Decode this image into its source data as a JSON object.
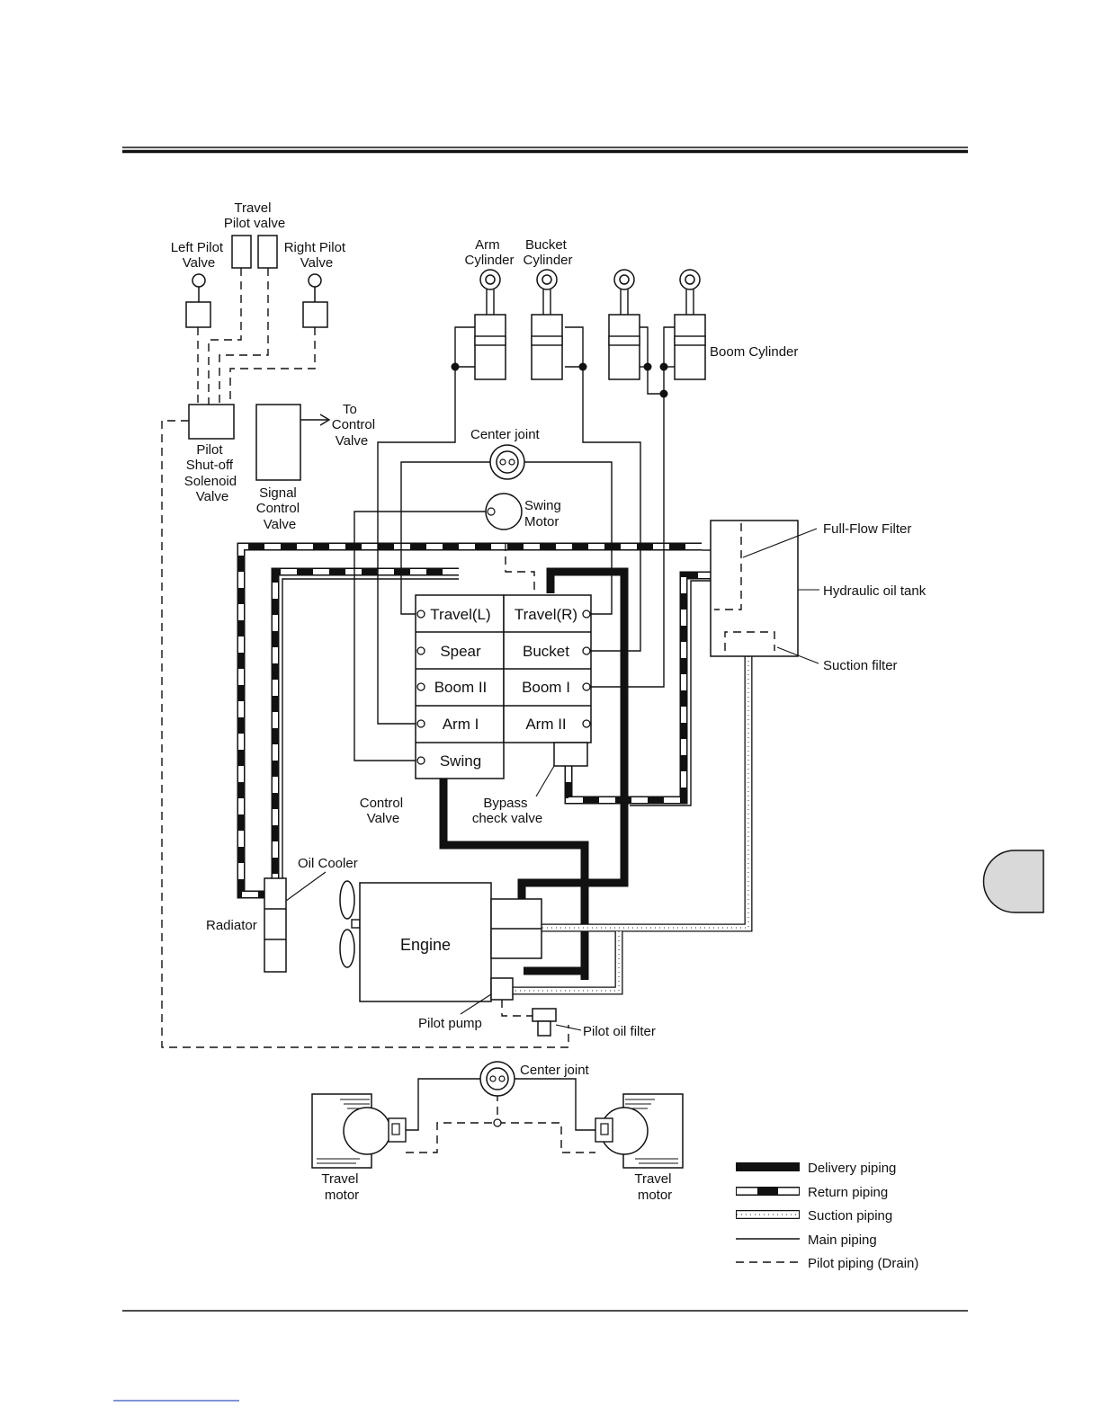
{
  "labels": {
    "travel_pilot_valve": [
      "Travel",
      "Pilot valve"
    ],
    "left_pilot_valve": [
      "Left Pilot",
      "Valve"
    ],
    "right_pilot_valve": [
      "Right Pilot",
      "Valve"
    ],
    "arm_cylinder": [
      "Arm",
      "Cylinder"
    ],
    "bucket_cylinder": [
      "Bucket",
      "Cylinder"
    ],
    "boom_cylinder": "Boom Cylinder",
    "to_control_valve": [
      "To",
      "Control",
      "Valve"
    ],
    "pilot_shutoff_solenoid_valve": [
      "Pilot",
      "Shut-off",
      "Solenoid",
      "Valve"
    ],
    "signal_control_valve": [
      "Signal",
      "Control",
      "Valve"
    ],
    "center_joint_top": "Center joint",
    "swing_motor": [
      "Swing",
      "Motor"
    ],
    "full_flow_filter": "Full-Flow Filter",
    "hydraulic_oil_tank": "Hydraulic oil tank",
    "suction_filter": "Suction filter",
    "control_valve": [
      "Control",
      "Valve"
    ],
    "bypass_check_valve": [
      "Bypass",
      "check valve"
    ],
    "oil_cooler": "Oil Cooler",
    "radiator": "Radiator",
    "engine": "Engine",
    "pilot_pump": "Pilot pump",
    "pilot_oil_filter": "Pilot oil filter",
    "center_joint_bottom": "Center joint",
    "travel_motor_left": [
      "Travel",
      "motor"
    ],
    "travel_motor_right": [
      "Travel",
      "motor"
    ]
  },
  "control_valve_sections": {
    "left": [
      "Travel(L)",
      "Spear",
      "Boom II",
      "Arm I",
      "Swing"
    ],
    "right": [
      "Travel(R)",
      "Bucket",
      "Boom I",
      "Arm II"
    ]
  },
  "legend": [
    {
      "type": "delivery",
      "label": "Delivery piping"
    },
    {
      "type": "return",
      "label": "Return piping"
    },
    {
      "type": "suction",
      "label": "Suction piping"
    },
    {
      "type": "main",
      "label": "Main piping"
    },
    {
      "type": "pilot",
      "label": "Pilot piping (Drain)"
    }
  ],
  "colors": {
    "ink": "#111111",
    "paper": "#ffffff",
    "side_tab": "#d9d9d9"
  }
}
